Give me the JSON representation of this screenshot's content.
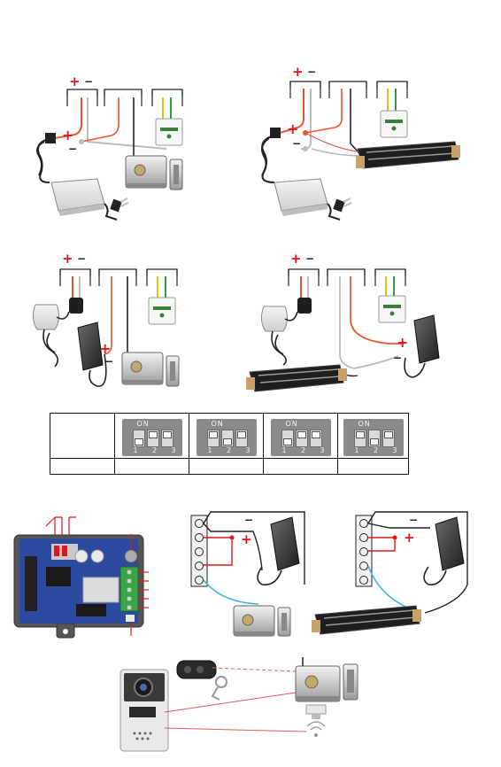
{
  "signs": {
    "plus": "+",
    "minus": "−"
  },
  "dip_table": {
    "on_label": "ON",
    "numbers": [
      "1",
      "2",
      "3"
    ],
    "settings": [
      {
        "switches": [
          "down",
          "up",
          "up"
        ]
      },
      {
        "switches": [
          "up",
          "down",
          "up"
        ]
      },
      {
        "switches": [
          "down",
          "up",
          "up"
        ]
      },
      {
        "switches": [
          "up",
          "down",
          "up"
        ]
      }
    ]
  },
  "colors": {
    "positive_wire": "#e8572b",
    "negative_wire": "#bbbbbb",
    "lock_wire": "#222222",
    "button_wire_yellow": "#e6c200",
    "button_wire_green": "#2e9b3c",
    "polarity_mark": "#e0161c",
    "signal_line": "#e15a5a",
    "board_blue": "#2b4aa0",
    "terminal_green": "#3aa546",
    "cyan_wire": "#3cb5e0"
  }
}
